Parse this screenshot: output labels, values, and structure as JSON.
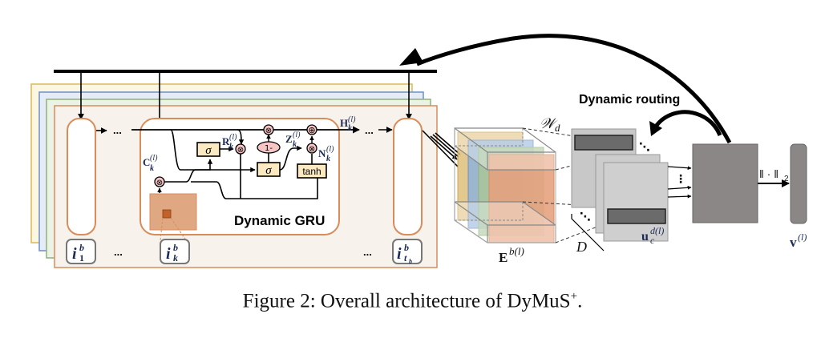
{
  "diagram": {
    "caption": {
      "prefix": "Figure 2: Overall architecture of DyMuS",
      "superscript": "+",
      "suffix": "."
    },
    "inputs": {
      "first": {
        "base": "i",
        "sup": "b",
        "sub": "1"
      },
      "kth": {
        "base": "i",
        "sup": "b",
        "sub": "k"
      },
      "last": {
        "base": "i",
        "sup": "b",
        "sub": "t",
        "subsub": "b"
      },
      "ellipsis": "..."
    },
    "gru": {
      "title": "Dynamic GRU",
      "capsule_label": {
        "base": "C",
        "sub": "k",
        "sup": "(l)"
      },
      "reset_label": {
        "base": "R",
        "sub": "k",
        "sup": "(l)"
      },
      "update_label": {
        "base": "Z",
        "sub": "k",
        "sup": "(l)"
      },
      "candidate_label": {
        "base": "N",
        "sub": "k",
        "sup": "(l)"
      },
      "hidden_label": {
        "base": "H",
        "sub": "k",
        "sup": "(l)"
      },
      "sigma": "σ",
      "one_minus": "1-",
      "tanh": "tanh",
      "multiply": "⊗",
      "add": "⊕"
    },
    "embedding": {
      "label_base": "E",
      "label_sup": "b(l)"
    },
    "weights": {
      "label": "𝒲",
      "label_sub": "d"
    },
    "capsules": {
      "label_base": "u",
      "label_sub": "c",
      "label_sup": "d(l)",
      "depth_label": "D",
      "dots": "⋱",
      "vdots": "⋮"
    },
    "routing": {
      "label": "Dynamic routing"
    },
    "norm": {
      "label": "‖ · ‖",
      "sub": "2"
    },
    "output": {
      "label_base": "v",
      "label_sup": "(l)"
    },
    "colors": {
      "layer_yellow": "#fdf6e0",
      "layer_yellow_border": "#d9b95a",
      "layer_blue": "#e6ecf7",
      "layer_blue_border": "#6e8fc7",
      "layer_green": "#ebf3e6",
      "layer_green_border": "#8fb27a",
      "main_panel": "#f8f2ec",
      "accent_orange": "#d98c5a",
      "attn_fill": "#e0a882",
      "attn_cell": "#c2622a",
      "gate_fill": "#fbe9c1",
      "op_fill": "#f6c6c6",
      "capsule_gray": "#c8c8c8",
      "capsule_dark": "#6b6b6b",
      "routing_box": "#8a8786",
      "cube_yellow": "#dfc07a",
      "cube_blue": "#8fb3da",
      "cube_green": "#a9c59a",
      "cube_orange": "#e6a27e",
      "math_navy": "#1a2a55"
    }
  }
}
